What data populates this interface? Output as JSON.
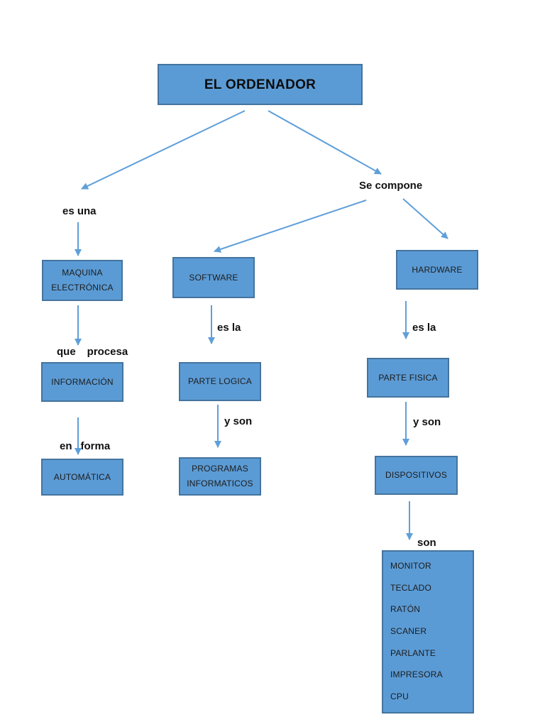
{
  "colors": {
    "box_fill": "#5b9bd5",
    "box_border": "#44749e",
    "arrow": "#5f9fd9",
    "node_text": "#1c1c1c",
    "label_text": "#111111",
    "background": "#ffffff"
  },
  "diagram": {
    "root": "EL ORDENADOR",
    "labels": {
      "es_una": "es una",
      "que": "que",
      "procesa": "procesa",
      "en": "en",
      "forma": "forma",
      "se_compone": "Se compone",
      "es_la_left": "es la",
      "es_la_right": "es la",
      "y_son_left": "y son",
      "y_son_right": "y son",
      "son": "son"
    },
    "nodes": {
      "maquina_line1": "MAQUINA",
      "maquina_line2": "ELECTRÓNICA",
      "informacion": "INFORMACIÓN",
      "automatica": "AUTOMÁTICA",
      "software": "SOFTWARE",
      "parte_logica": "PARTE LOGICA",
      "programas_line1": "PROGRAMAS",
      "programas_line2": "INFORMATICOS",
      "hardware": "HARDWARE",
      "parte_fisica": "PARTE FISICA",
      "dispositivos": "DISPOSITIVOS"
    },
    "devices": [
      "MONITOR",
      "TECLADO",
      "RATÓN",
      "SCANER",
      "PARLANTE",
      "IMPRESORA",
      "CPU"
    ]
  }
}
